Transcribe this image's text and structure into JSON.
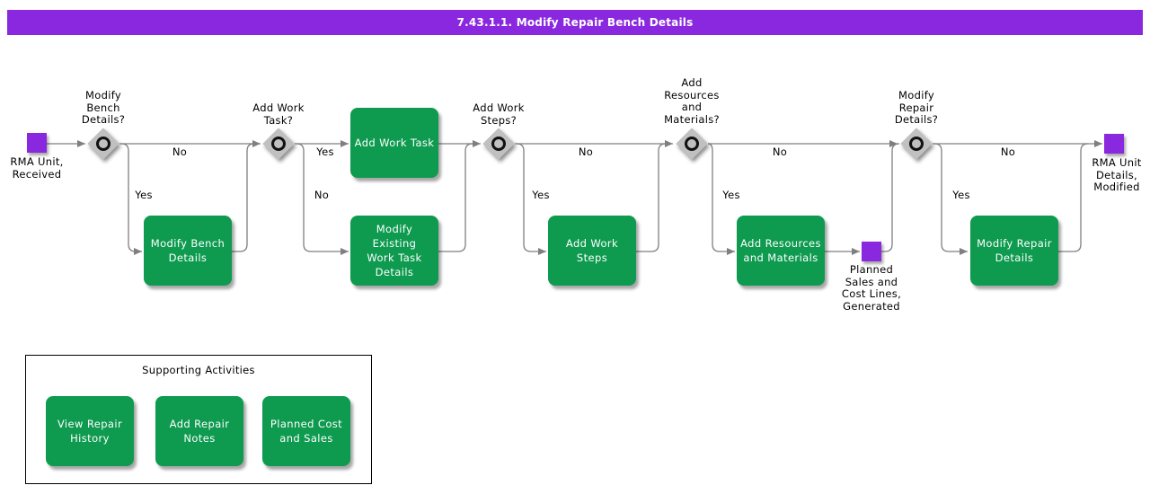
{
  "header": {
    "title": "7.43.1.1. Modify Repair Bench Details"
  },
  "colors": {
    "header_bg": "#8928DF",
    "event_fill": "#8928DF",
    "task_fill": "#0E9A4F",
    "connector_line": "#7F7F7F",
    "gateway_fill": "#C0C0C0"
  },
  "flow": {
    "start_event": {
      "label": "RMA Unit,\nReceived"
    },
    "intermediate_event": {
      "label": "Planned\nSales and\nCost Lines,\nGenerated"
    },
    "end_event": {
      "label": "RMA Unit\nDetails,\nModified"
    },
    "gateways": {
      "modify_bench": {
        "question": "Modify\nBench\nDetails?",
        "straight_label": "No",
        "branch_label": "Yes"
      },
      "add_work_task": {
        "question": "Add Work\nTask?",
        "straight_label": "Yes",
        "branch_label": "No"
      },
      "add_work_steps": {
        "question": "Add Work\nSteps?",
        "straight_label": "No",
        "branch_label": "Yes"
      },
      "add_resources": {
        "question": "Add\nResources\nand\nMaterials?",
        "straight_label": "No",
        "branch_label": "Yes"
      },
      "modify_repair": {
        "question": "Modify\nRepair\nDetails?",
        "straight_label": "No",
        "branch_label": "Yes"
      }
    },
    "tasks": {
      "modify_bench_details": {
        "label": "Modify Bench\nDetails"
      },
      "add_work_task": {
        "label": "Add Work Task"
      },
      "modify_existing_work_task_details": {
        "label": "Modify Existing\nWork Task\nDetails"
      },
      "add_work_steps": {
        "label": "Add Work Steps"
      },
      "add_resources_and_materials": {
        "label": "Add Resources\nand Materials"
      },
      "modify_repair_details": {
        "label": "Modify Repair\nDetails"
      }
    }
  },
  "supporting": {
    "title": "Supporting Activities",
    "items": [
      {
        "label": "View Repair\nHistory"
      },
      {
        "label": "Add Repair\nNotes"
      },
      {
        "label": "Planned Cost\nand Sales"
      }
    ]
  }
}
